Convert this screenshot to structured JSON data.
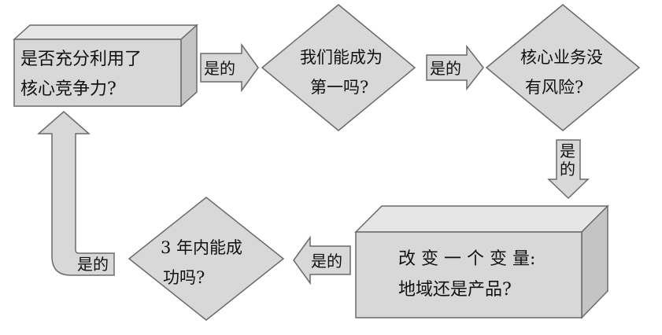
{
  "nodes": {
    "box1": {
      "lines": [
        "是否充分利用了",
        "核心竞争力?"
      ]
    },
    "dia1": {
      "lines": [
        "我们能成为",
        "第一吗?"
      ]
    },
    "dia2": {
      "lines": [
        "核心业务没",
        "有风险?"
      ]
    },
    "box2": {
      "lines": [
        "改 变 一 个 变 量:",
        "地域还是产品?"
      ]
    },
    "dia3": {
      "lines": [
        "3 年内能成",
        "功吗?"
      ]
    }
  },
  "arrows": {
    "a1": "是的",
    "a2": "是的",
    "a3_top": "是",
    "a3_bottom": "的",
    "a4": "是的",
    "a5": "是的"
  },
  "colors": {
    "fill": "#d8d8d8",
    "fill_top": "#e6e6e6",
    "fill_side": "#c4c4c4",
    "stroke": "#6a6a6a"
  }
}
